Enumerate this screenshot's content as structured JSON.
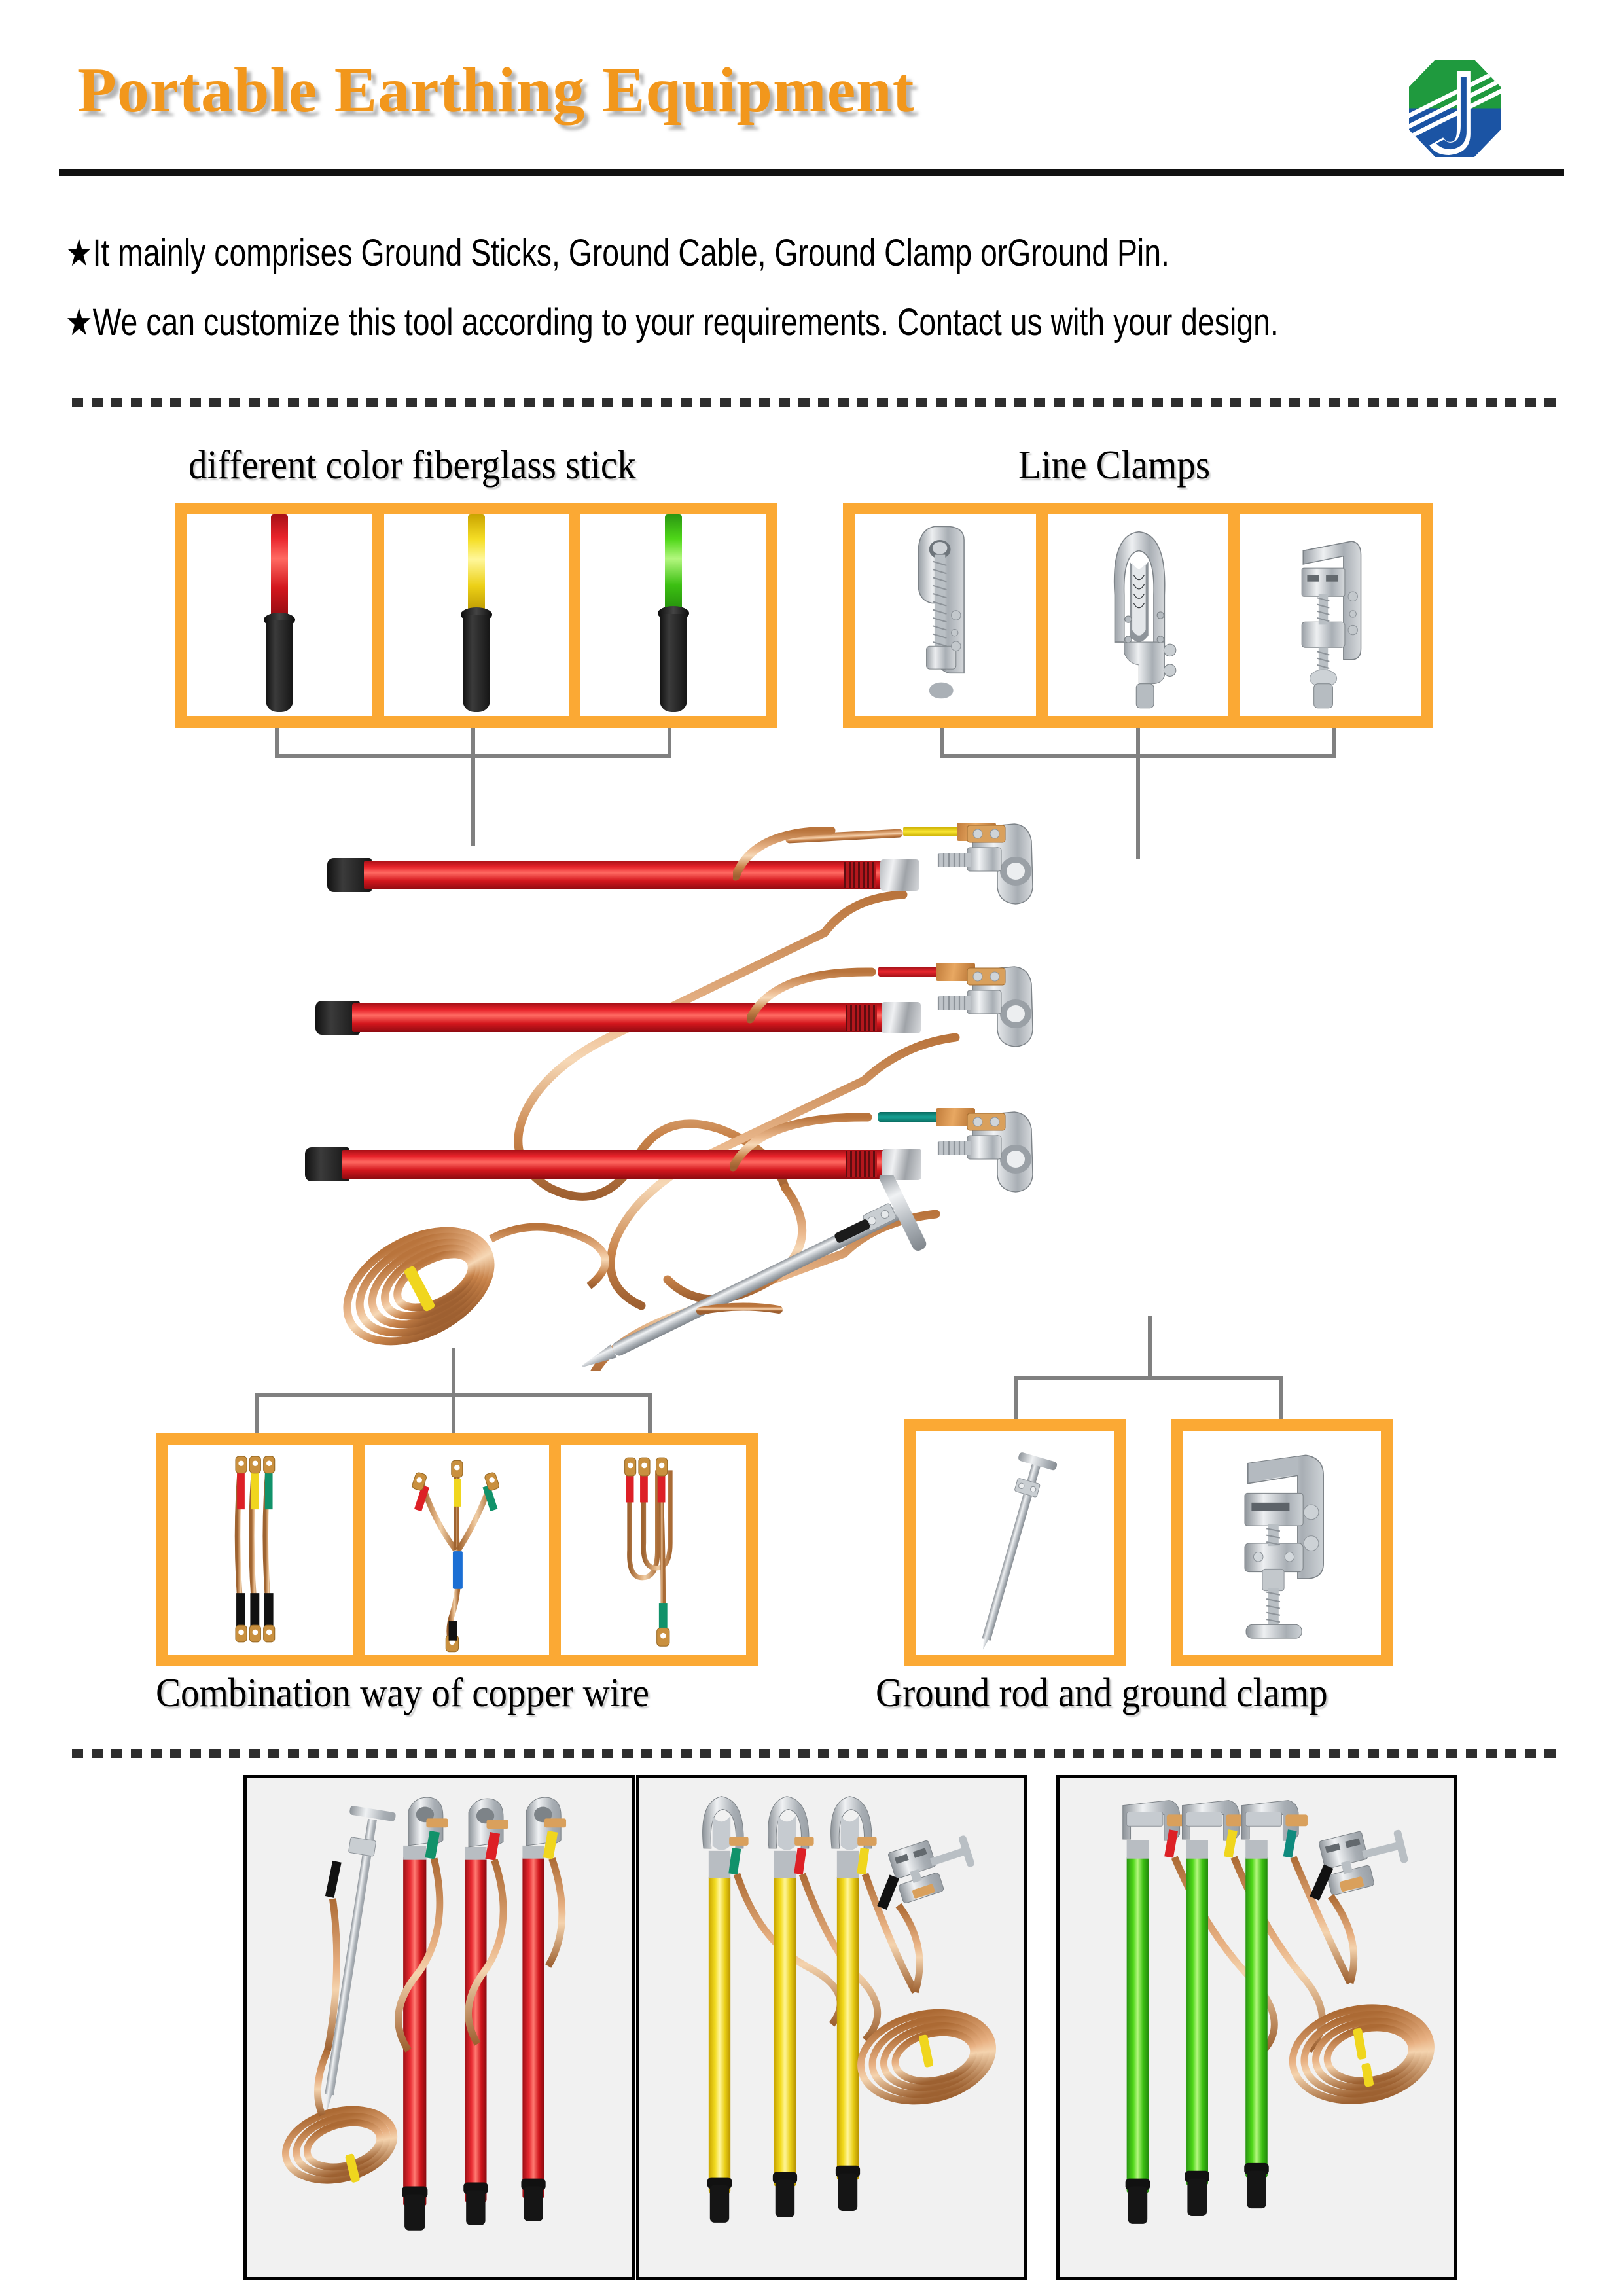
{
  "header": {
    "title": "Portable Earthing Equipment",
    "logo_name": "company-octagon-logo",
    "logo_colors": {
      "green": "#1F9A3E",
      "blue": "#1B54A4",
      "white": "#FFFFFF"
    }
  },
  "intro": {
    "bullet_marker": "★",
    "line_1": "★It mainly comprises Ground Sticks, Ground Cable, Ground Clamp orGround Pin.",
    "line_2": "★We can customize this tool according to your requirements. Contact us with your design."
  },
  "sections": {
    "sticks": {
      "caption": "different color fiberglass stick",
      "items": [
        {
          "name": "red-fiberglass-stick",
          "color": "#E3262C",
          "handle": "black-rubber-grip"
        },
        {
          "name": "yellow-fiberglass-stick",
          "color": "#F2DA1E",
          "handle": "black-rubber-grip"
        },
        {
          "name": "green-fiberglass-stick",
          "color": "#4CD418",
          "handle": "black-rubber-grip"
        }
      ]
    },
    "clamps": {
      "caption": "Line Clamps",
      "items": [
        {
          "name": "eye-bolt-line-clamp",
          "color": "#C6CACE"
        },
        {
          "name": "duck-bill-line-clamp",
          "color": "#C6CACE"
        },
        {
          "name": "c-type-line-clamp",
          "color": "#C6CACE"
        }
      ]
    },
    "copper": {
      "caption": "Combination way of copper wire",
      "items": [
        {
          "name": "parallel-three-lead-copper-wire",
          "lead_colors": [
            "#E02020",
            "#F2DA1E",
            "#169B62"
          ]
        },
        {
          "name": "branched-y-type-copper-wire",
          "lead_colors": [
            "#E02020",
            "#F2DA1E",
            "#169B62"
          ],
          "junction_color": "#1B6FD4"
        },
        {
          "name": "looped-three-to-one-copper-wire",
          "lead_colors": [
            "#E02020",
            "#E02020",
            "#E02020"
          ],
          "tail_color": "#169B62"
        }
      ]
    },
    "ground": {
      "caption": "Ground rod and ground clamp",
      "items": [
        {
          "name": "ground-rod-pin",
          "color": "#BFC4C8"
        },
        {
          "name": "c-type-ground-clamp",
          "color": "#BFC4C8"
        }
      ]
    }
  },
  "assembly": {
    "name": "earthing-set-assembly-diagram",
    "sticks": [
      {
        "name": "assembly-stick-phase-1",
        "stick_color": "#E3262C",
        "phase_marker": "#F2DA1E"
      },
      {
        "name": "assembly-stick-phase-2",
        "stick_color": "#E3262C",
        "phase_marker": "#E02020"
      },
      {
        "name": "assembly-stick-phase-3",
        "stick_color": "#E3262C",
        "phase_marker": "#0F8A7E"
      }
    ],
    "cable": {
      "name": "coiled-copper-ground-cable",
      "color": "#D79B63",
      "marker_color": "#F2DA1E"
    },
    "rod": {
      "name": "t-handle-ground-rod",
      "color": "#BFC4C8"
    }
  },
  "gallery": [
    {
      "name": "photo-red-stick-set",
      "stick_color": "#D8232A",
      "stick_count": 3,
      "contents": [
        "ground-rod",
        "three-red-sticks-with-clamps",
        "coiled-copper-cable"
      ],
      "phase_markers": [
        "#169B62",
        "#E02020",
        "#F2DA1E"
      ]
    },
    {
      "name": "photo-yellow-stick-set",
      "stick_color": "#F2D21C",
      "stick_count": 3,
      "contents": [
        "three-yellow-sticks-with-duckbill-clamps",
        "ground-clamp",
        "coiled-copper-cable"
      ],
      "phase_markers": [
        "#169B62",
        "#E02020",
        "#F2DA1E"
      ]
    },
    {
      "name": "photo-green-stick-set",
      "stick_color": "#42C41A",
      "stick_count": 3,
      "contents": [
        "three-green-sticks-with-c-clamps",
        "ground-clamp",
        "coiled-copper-cable"
      ],
      "phase_markers": [
        "#E02020",
        "#F2DA1E",
        "#0F8A7E"
      ]
    }
  ],
  "theme": {
    "accent_orange": "#FBA934",
    "title_orange": "#F2971C",
    "connector_gray": "#808080",
    "rule_black": "#111111"
  }
}
